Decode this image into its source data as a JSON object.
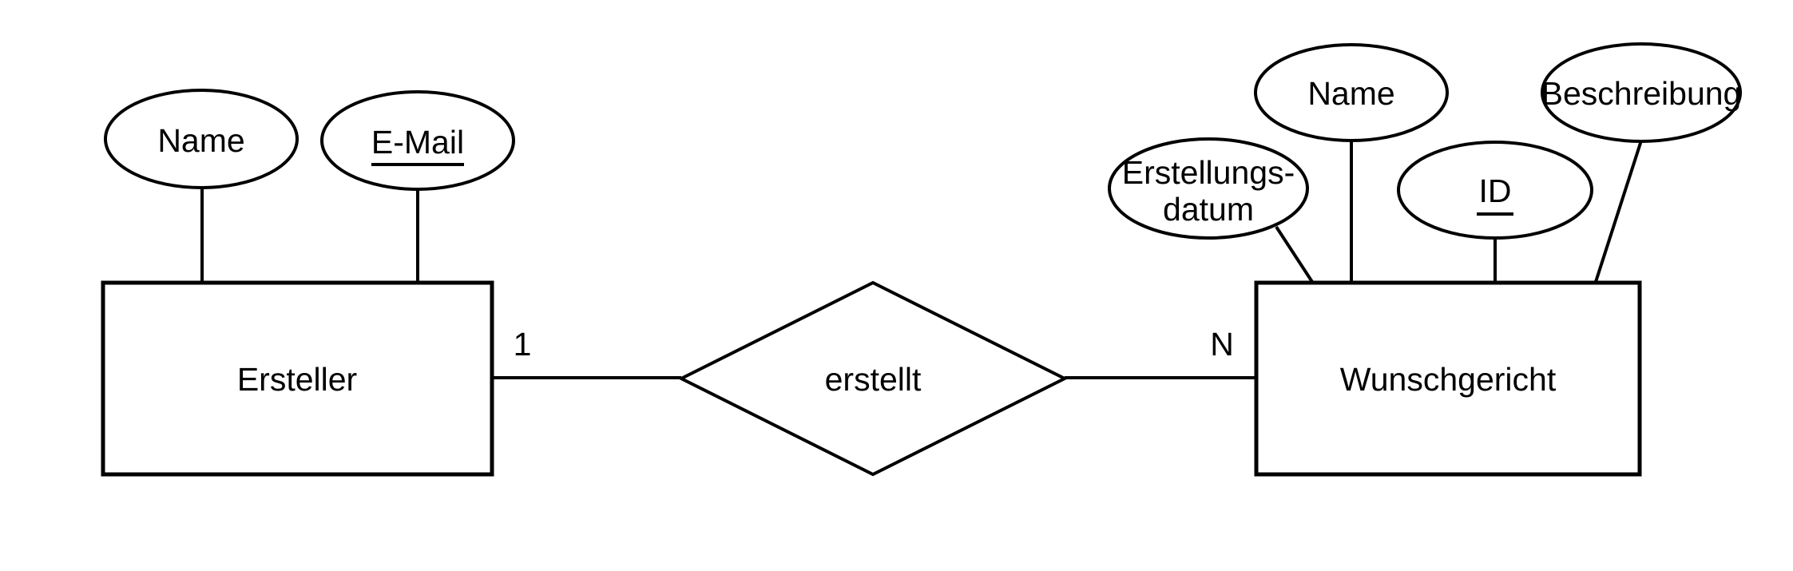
{
  "diagram": {
    "type": "entity-relationship",
    "background_color": "#ffffff",
    "stroke_color": "#000000",
    "text_color": "#000000",
    "entities": [
      {
        "label": "Ersteller"
      },
      {
        "label": "Wunschgericht"
      }
    ],
    "relationship": {
      "label": "erstellt",
      "cardinality_left": "1",
      "cardinality_right": "N"
    },
    "attributes": [
      {
        "label": "Name",
        "entity": "Ersteller",
        "is_key": false
      },
      {
        "label": "E-Mail",
        "entity": "Ersteller",
        "is_key": true
      },
      {
        "label_lines": [
          "Erstellungs-",
          "datum"
        ],
        "entity": "Wunschgericht",
        "is_key": false
      },
      {
        "label": "Name",
        "entity": "Wunschgericht",
        "is_key": false
      },
      {
        "label": "ID",
        "entity": "Wunschgericht",
        "is_key": true
      },
      {
        "label": "Beschreibung",
        "entity": "Wunschgericht",
        "is_key": false
      }
    ]
  }
}
